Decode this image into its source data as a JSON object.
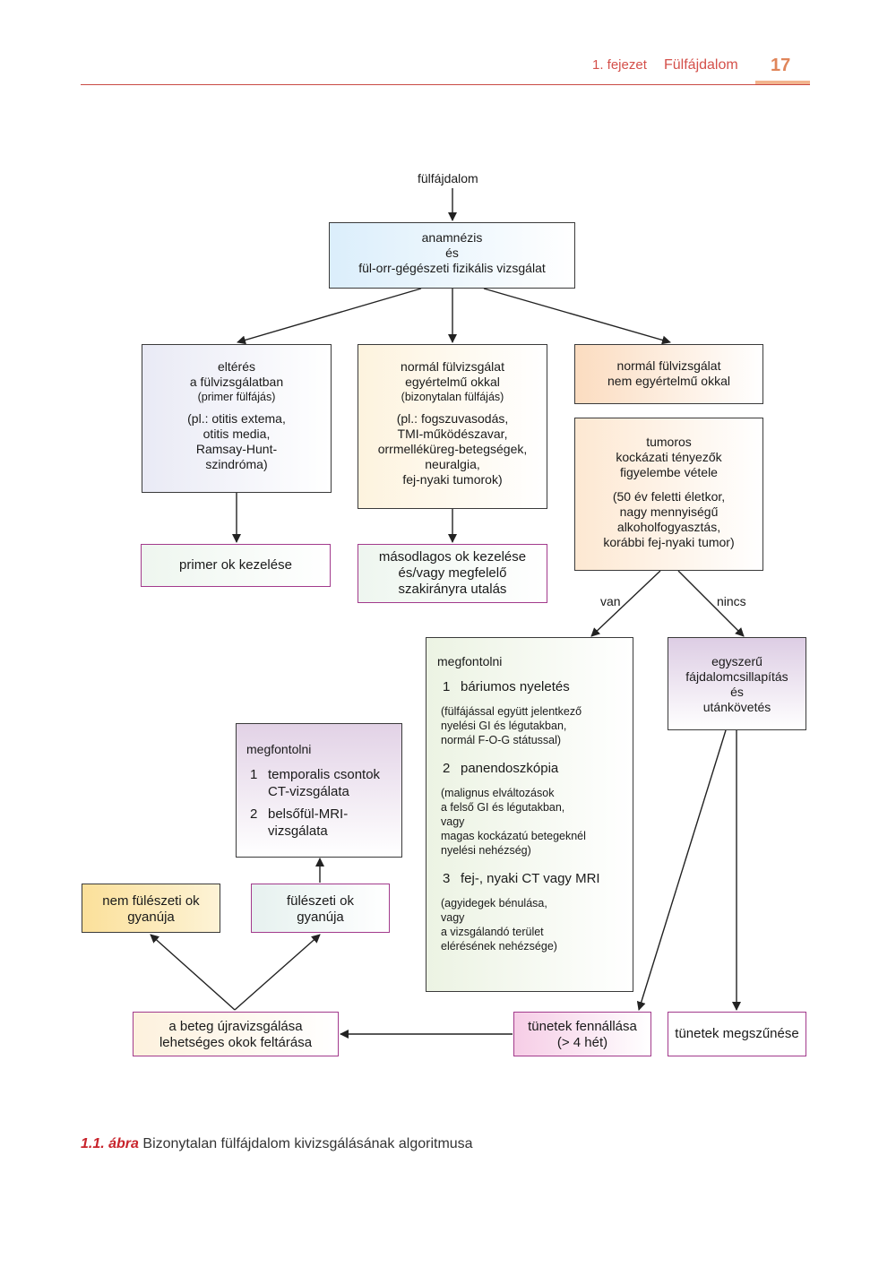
{
  "header": {
    "chapter": "1. fejezet",
    "title": "Fülfájdalom",
    "page": "17"
  },
  "labels": {
    "start": "fülfájdalom",
    "yes": "van",
    "no": "nincs"
  },
  "nodes": {
    "anamnesis": {
      "lines": [
        "anamnézis",
        "és",
        "fül-orr-gégészeti fizikális vizsgálat"
      ]
    },
    "abnormal": {
      "title": [
        "eltérés",
        "a fülvizsgálatban"
      ],
      "sub": "(primer fülfájás)",
      "examples": [
        "(pl.: otitis extema,",
        "otitis media,",
        "Ramsay-Hunt-",
        "szindróma)"
      ]
    },
    "normal_clear": {
      "title": [
        "normál fülvizsgálat",
        "egyértelmű okkal"
      ],
      "sub": "(bizonytalan fülfájás)",
      "examples": [
        "(pl.: fogszuvasodás,",
        "TMI-működészavar,",
        "orrmelléküreg-betegségek,",
        "neuralgia,",
        "fej-nyaki tumorok)"
      ]
    },
    "normal_unclear": {
      "lines": [
        "normál fülvizsgálat",
        "nem egyértelmű okkal"
      ]
    },
    "tumor_risk": {
      "title": [
        "tumoros",
        "kockázati tényezők",
        "figyelembe vétele"
      ],
      "details": [
        "(50 év feletti életkor,",
        "nagy mennyiségű",
        "alkoholfogyasztás,",
        "korábbi fej-nyaki tumor)"
      ]
    },
    "primary_treat": {
      "text": "primer ok kezelése"
    },
    "secondary_treat": {
      "lines": [
        "másodlagos ok kezelése",
        "és/vagy megfelelő",
        "szakirányra utalás"
      ]
    },
    "consider_big": {
      "heading": "megfontolni",
      "items": [
        {
          "num": "1",
          "text": "báriumos nyeletés",
          "note": [
            "(fülfájással együtt jelentkező",
            "nyelési GI és légutakban,",
            "normál F-O-G státussal)"
          ]
        },
        {
          "num": "2",
          "text": "panendoszkópia",
          "note": [
            "(malignus elváltozások",
            "a felső GI és légutakban,",
            "vagy",
            "magas kockázatú betegeknél",
            "nyelési nehézség)"
          ]
        },
        {
          "num": "3",
          "text": "fej-, nyaki CT vagy MRI",
          "note": [
            "(agyidegek bénulása,",
            "vagy",
            "a vizsgálandó terület",
            "elérésének nehézsége)"
          ]
        }
      ]
    },
    "simple_pain": {
      "lines": [
        "egyszerű",
        "fájdalomcsillapítás",
        "és",
        "utánkövetés"
      ]
    },
    "consider_small": {
      "heading": "megfontolni",
      "items": [
        {
          "num": "1",
          "lines": [
            "temporalis csontok",
            "CT-vizsgálata"
          ]
        },
        {
          "num": "2",
          "lines": [
            "belsőfül-MRI-",
            "vizsgálata"
          ]
        }
      ]
    },
    "non_otologic": {
      "lines": [
        "nem fülészeti ok",
        "gyanúja"
      ]
    },
    "otologic": {
      "lines": [
        "fülészeti ok",
        "gyanúja"
      ]
    },
    "reexam": {
      "lines": [
        "a beteg újravizsgálása",
        "lehetséges okok feltárása"
      ]
    },
    "persist": {
      "lines": [
        "tünetek fennállása",
        "(> 4 hét)"
      ]
    },
    "resolve": {
      "text": "tünetek megszűnése"
    }
  },
  "caption": {
    "label": "1.1. ábra",
    "text": "Bizonytalan fülfájdalom kivizsgálásának algoritmusa"
  },
  "colors": {
    "accent": "#d4504a",
    "caption_label": "#c8232b"
  }
}
